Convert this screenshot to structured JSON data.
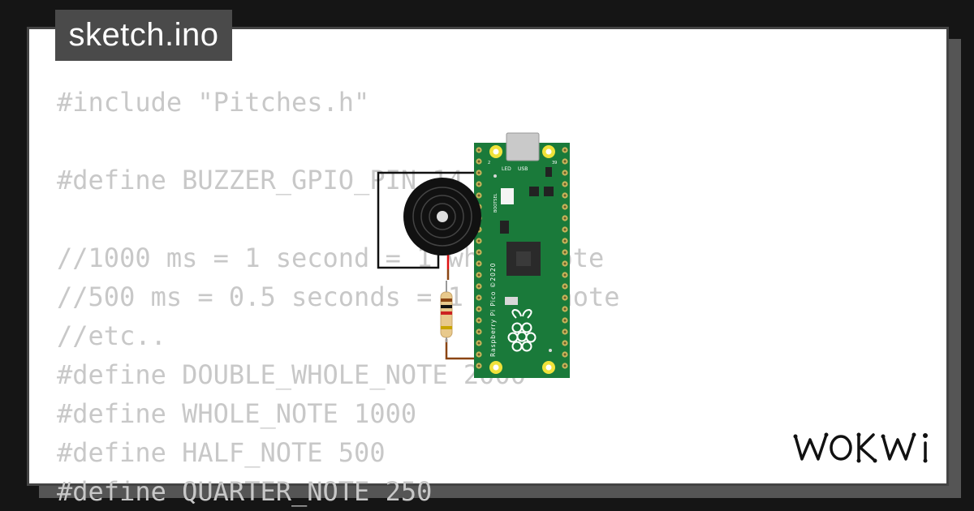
{
  "title": "sketch.ino",
  "code_lines": [
    "#include \"Pitches.h\"",
    "",
    "#define BUZZER_GPIO_PIN 14",
    "",
    "//1000 ms = 1 second = 1 whole note",
    "//500 ms = 0.5 seconds = 1 half note",
    "//etc..",
    "#define DOUBLE_WHOLE_NOTE 2000",
    "#define WHOLE_NOTE 1000",
    "#define HALF_NOTE 500",
    "#define QUARTER_NOTE 250"
  ],
  "board": {
    "name": "Raspberry Pi Pico ©2020",
    "led_label": "LED",
    "usb_label": "USB",
    "bootsel_label": "BOOTSEL",
    "pin_label_left": "2",
    "pin_label_right": "39"
  },
  "brand": "WOKWi",
  "colors": {
    "background": "#151515",
    "card": "#ffffff",
    "code_text": "#c8c8c8",
    "title_tab": "#4a4a4a",
    "board_green": "#1a7a3a",
    "wire_brown": "#8b4513"
  }
}
